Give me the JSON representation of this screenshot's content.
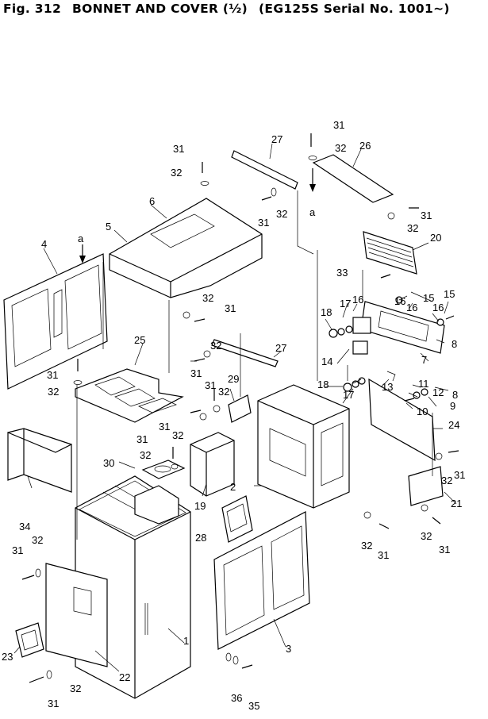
{
  "figure": {
    "fig_no": "Fig. 312",
    "title": "BONNET AND COVER (½)",
    "serial_note": "(EG125S Serial No. 1001~)"
  },
  "arrow_marks": [
    "a",
    "a"
  ],
  "callouts": [
    "1",
    "2",
    "3",
    "4",
    "5",
    "6",
    "7",
    "8",
    "8",
    "9",
    "10",
    "11",
    "12",
    "13",
    "14",
    "15",
    "15",
    "16",
    "16",
    "16",
    "16",
    "17",
    "17",
    "18",
    "18",
    "19",
    "20",
    "21",
    "22",
    "23",
    "24",
    "25",
    "26",
    "27",
    "27",
    "28",
    "29",
    "30",
    "31",
    "31",
    "31",
    "31",
    "31",
    "31",
    "31",
    "31",
    "31",
    "31",
    "31",
    "31",
    "31",
    "31",
    "31",
    "32",
    "32",
    "32",
    "32",
    "32",
    "32",
    "32",
    "32",
    "32",
    "32",
    "32",
    "32",
    "32",
    "32",
    "32",
    "33",
    "34",
    "35",
    "36"
  ]
}
